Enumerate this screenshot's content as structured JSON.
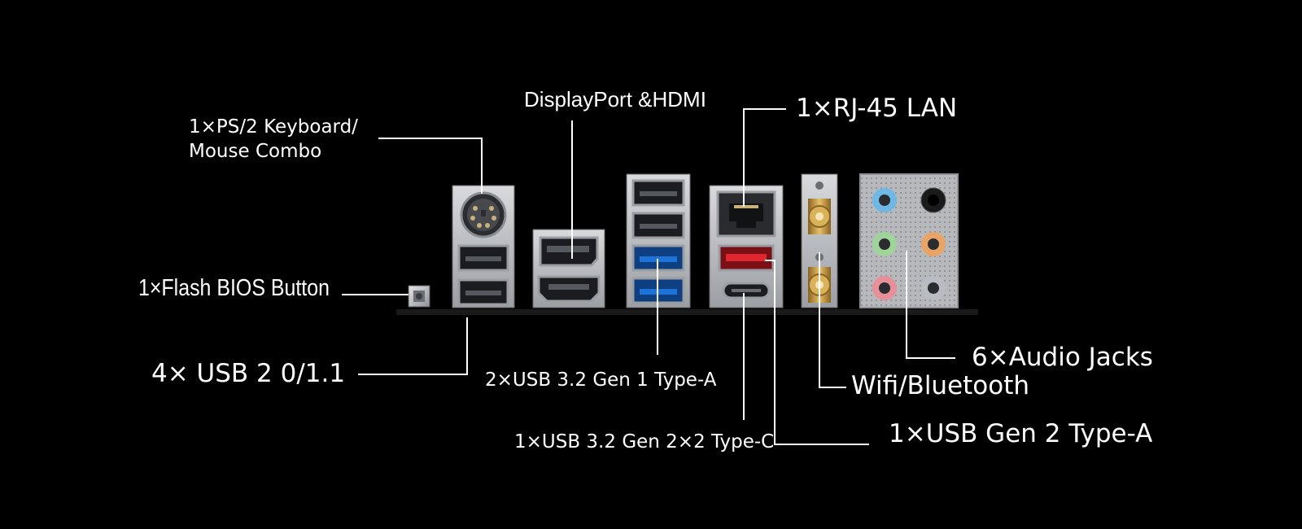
{
  "labels": {
    "ps2": [
      "1×PS/2 Keyboard/",
      "Mouse Combo"
    ],
    "flash_bios": "1×Flash BIOS Button",
    "usb2": "4× USB 2 0/1.1",
    "dp_hdmi": "DisplayPort &HDMI",
    "usb32_gen1": "2×USB 3.2 Gen 1 Type-A",
    "usb32_gen2x2": "1×USB 3.2 Gen 2×2 Type-C",
    "rj45": "1×RJ-45 LAN",
    "usb_gen2": "1×USB Gen 2 Type-A",
    "wifi_bt": "Wifi/Bluetooth",
    "audio": "6×Audio Jacks"
  },
  "colors": {
    "background": "#000000",
    "usb3_blue": "#1e73d8",
    "usb_gen2_red": "#e0262f",
    "audio_blue": "#6fb8e6",
    "audio_green": "#9fd49a",
    "audio_pink": "#e8909a",
    "audio_orange": "#e8a466",
    "audio_black": "#1a1a1a",
    "audio_gray": "#b9bcc2",
    "antenna_gold": "#c79a3c"
  }
}
